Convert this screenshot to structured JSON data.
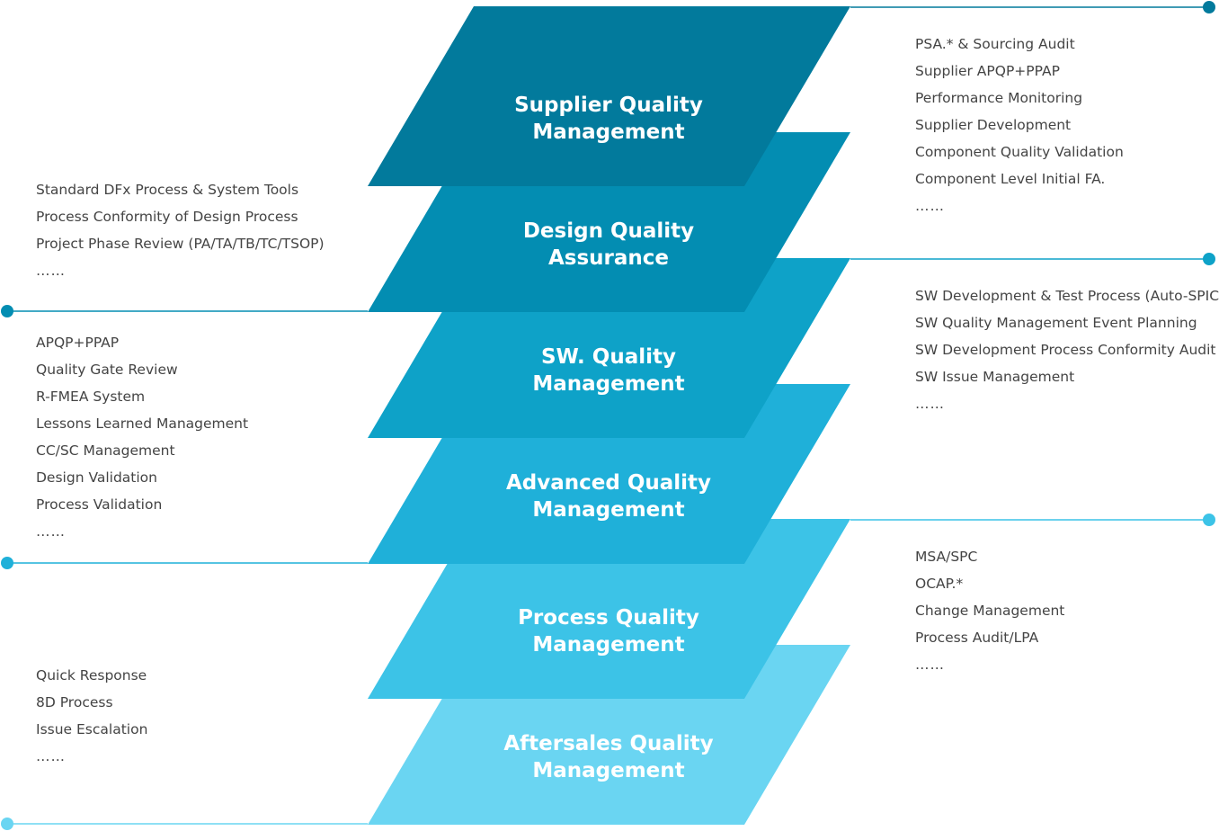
{
  "layers": [
    {
      "id": "supplier",
      "title": [
        "Supplier Quality",
        "Management"
      ],
      "color": "#027a9c"
    },
    {
      "id": "design",
      "title": [
        "Design Quality",
        "Assurance"
      ],
      "color": "#038db2"
    },
    {
      "id": "sw",
      "title": [
        "SW. Quality",
        "Management"
      ],
      "color": "#0ea2c8"
    },
    {
      "id": "advanced",
      "title": [
        "Advanced Quality",
        "Management"
      ],
      "color": "#1fb0d9"
    },
    {
      "id": "process",
      "title": [
        "Process Quality",
        "Management"
      ],
      "color": "#3cc3e7"
    },
    {
      "id": "aftersales",
      "title": [
        "Aftersales Quality",
        "Management"
      ],
      "color": "#6ad5f2"
    }
  ],
  "lists": {
    "supplier": [
      "PSA.* & Sourcing Audit",
      "Supplier APQP+PPAP",
      "Performance Monitoring",
      "Supplier Development",
      "Component Quality Validation",
      "Component Level Initial FA.",
      "……"
    ],
    "design": [
      "Standard DFx Process & System Tools",
      "Process Conformity of Design Process",
      "Project Phase Review (PA/TA/TB/TC/TSOP)",
      "……"
    ],
    "sw": [
      "SW Development & Test Process (Auto-SPICE)",
      "SW Quality Management Event Planning",
      "SW Development Process Conformity Audit",
      "SW Issue Management",
      "……"
    ],
    "advanced": [
      "APQP+PPAP",
      "Quality Gate Review",
      "R-FMEA System",
      "Lessons Learned Management",
      "CC/SC Management",
      "Design Validation",
      "Process Validation",
      "……"
    ],
    "process": [
      "MSA/SPC",
      "OCAP.*",
      "Change Management",
      "Process Audit/LPA",
      "……"
    ],
    "aftersales": [
      "Quick Response",
      "8D Process",
      "Issue Escalation",
      "……"
    ]
  },
  "connectors": {
    "supplier": "#027a9c",
    "design": "#038db2",
    "sw": "#0ea2c8",
    "advanced": "#1fb0d9",
    "process": "#3cc3e7",
    "aftersales": "#6ad5f2"
  }
}
